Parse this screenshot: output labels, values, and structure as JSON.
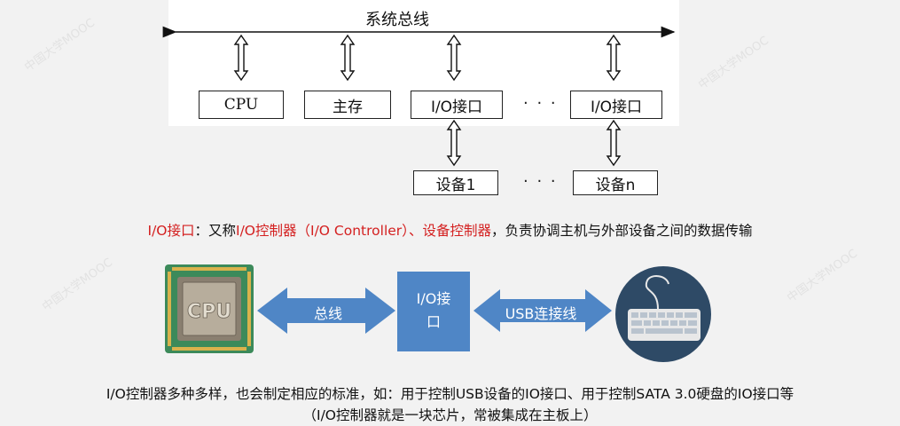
{
  "bus_diagram": {
    "bus_label": "系统总线",
    "modules": [
      "CPU",
      "主存",
      "I/O接口",
      "I/O接口"
    ],
    "devices": [
      "设备1",
      "设备n"
    ],
    "ellipsis": "· · ·"
  },
  "definition": {
    "term": "I/O接口",
    "sep": "：又称",
    "alias1": "I/O控制器（I/O Controller）",
    "mid": "、",
    "alias2": "设备控制器",
    "rest": "，负责协调主机与外部设备之间的数据传输"
  },
  "illustration": {
    "cpu_chip_text": "CPU",
    "bus_arrow_label": "总线",
    "interface_label": "I/O接\n口",
    "usb_arrow_label": "USB连接线"
  },
  "notes": {
    "line1": "I/O控制器多种多样，也会制定相应的标准，如：用于控制USB设备的IO接口、用于控制SATA 3.0硬盘的IO接口等",
    "line2": "（I/O控制器就是一块芯片，常被集成在主板上）"
  },
  "watermark": "中国大学MOOC",
  "colors": {
    "accent_red": "#d42020",
    "box_blue": "#4f86c6",
    "arrow_blue": "#4f86c6",
    "keyboard_circle": "#2e4a66"
  }
}
